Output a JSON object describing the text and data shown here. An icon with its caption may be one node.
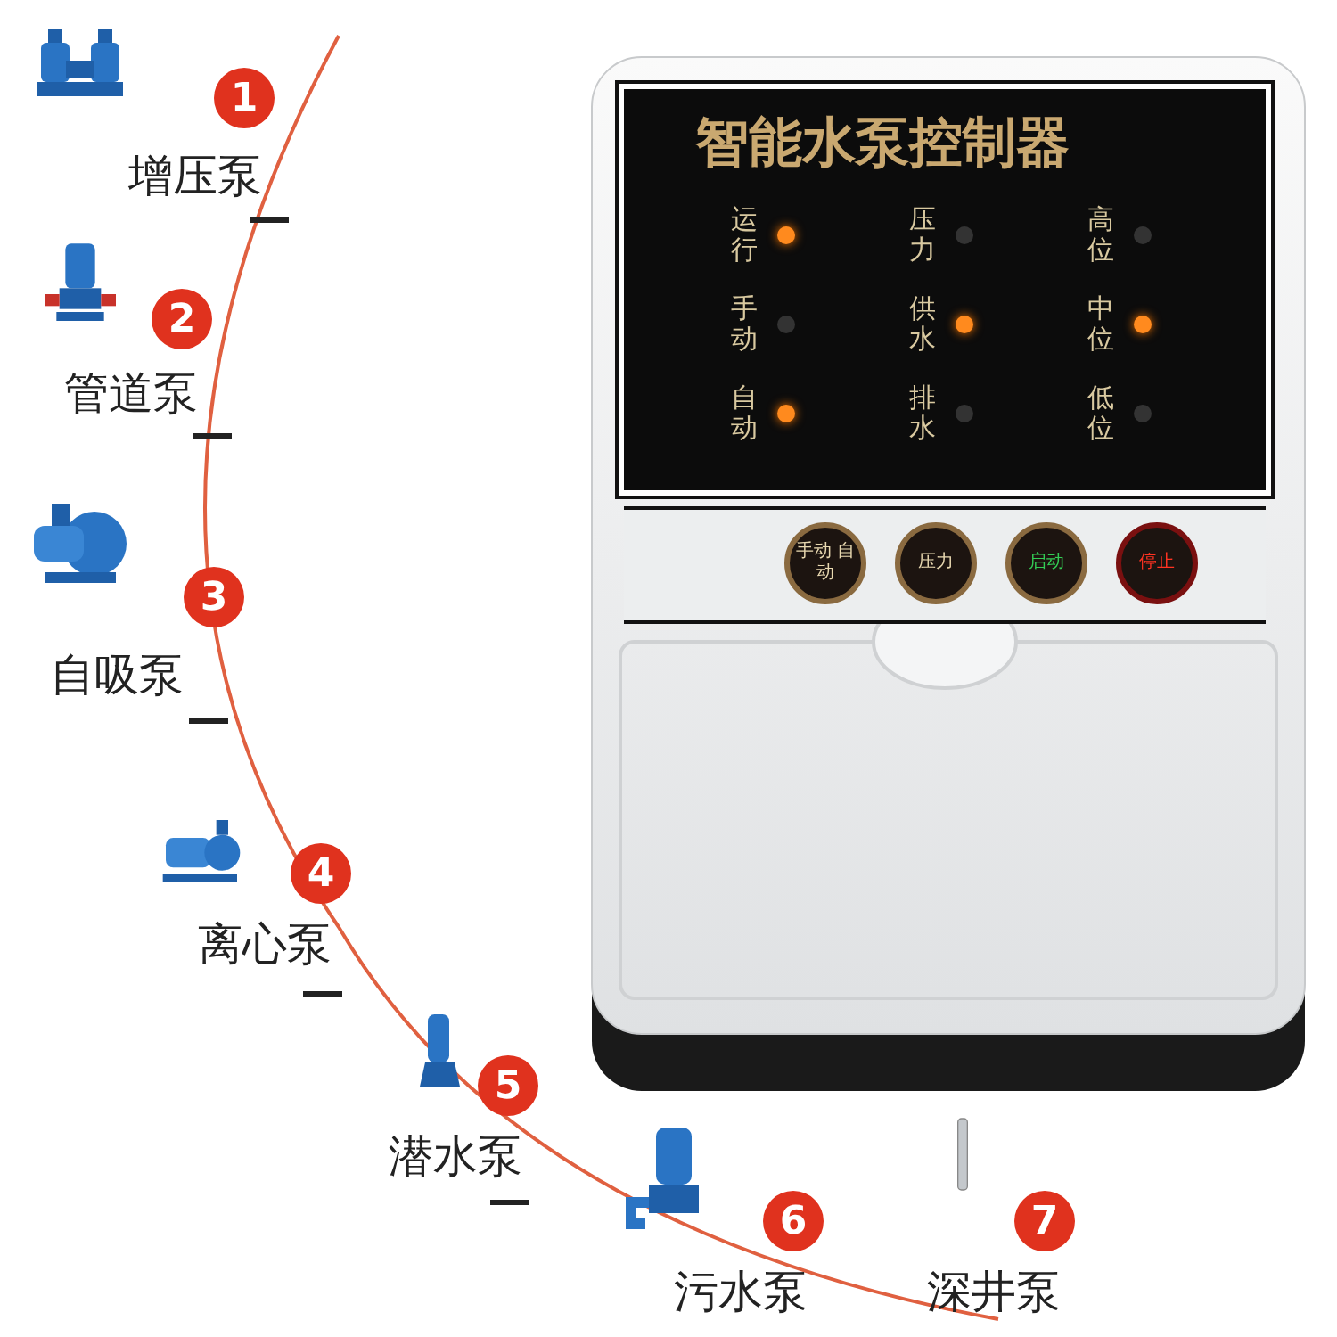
{
  "diagram": {
    "labels": [
      "1",
      "增压泵",
      "2",
      "管道泵",
      "3",
      "自吸泵",
      "4",
      "离心泵",
      "5",
      "潜水泵",
      "6",
      "污水泵",
      "7",
      "深井泵",
      "智能水泵控制器",
      "运行",
      "压力",
      "高位",
      "中位",
      "供水",
      "手动",
      "低位",
      "排水",
      "自动",
      "手动 自动",
      "压力",
      "启动",
      "停止"
    ]
  }
}
